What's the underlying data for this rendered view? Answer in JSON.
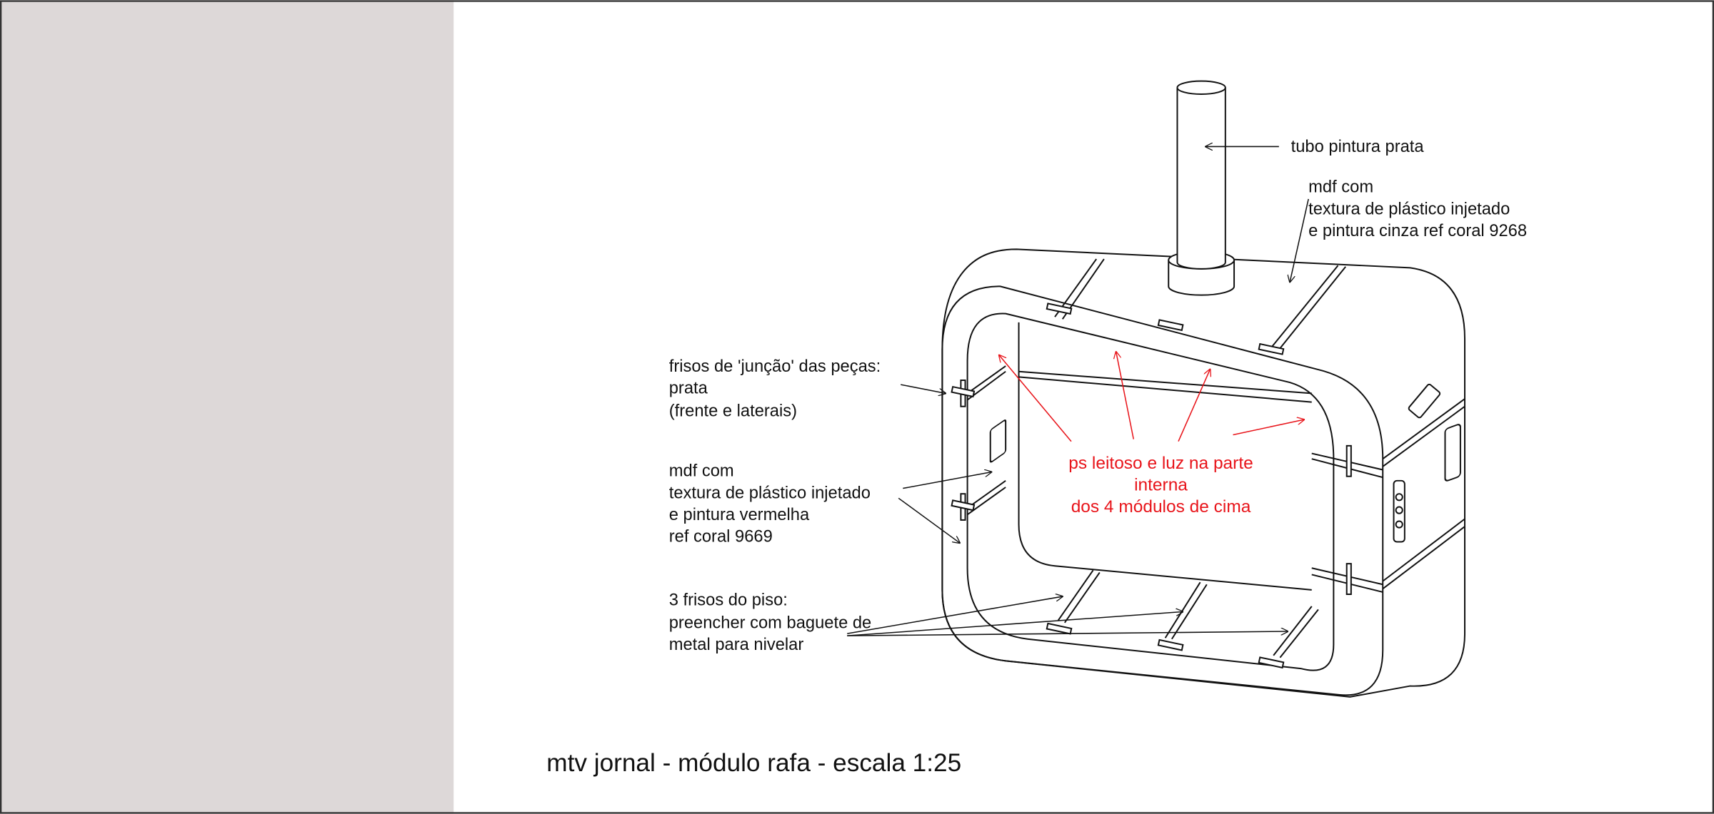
{
  "colors": {
    "side_panel": "#ddd8d8",
    "label_red": "#e8141a",
    "line": "#111111"
  },
  "labels": {
    "tube": "tubo pintura prata",
    "top_mdf": [
      "mdf com",
      "textura de plástico injetado",
      "e pintura cinza ref coral 9268"
    ],
    "joints": [
      "frisos de 'junção' das peças:",
      "prata",
      "(frente e laterais)"
    ],
    "side_mdf": [
      "mdf com",
      "textura de plástico injetado",
      "e pintura vermelha",
      "ref coral 9669"
    ],
    "floor": [
      "3 frisos do piso:",
      "preencher com baguete de",
      "metal para nivelar"
    ],
    "inner_light": [
      "ps leitoso e luz na parte",
      "interna",
      "dos 4 módulos de cima"
    ]
  },
  "title": "mtv jornal - módulo rafa - escala 1:25"
}
